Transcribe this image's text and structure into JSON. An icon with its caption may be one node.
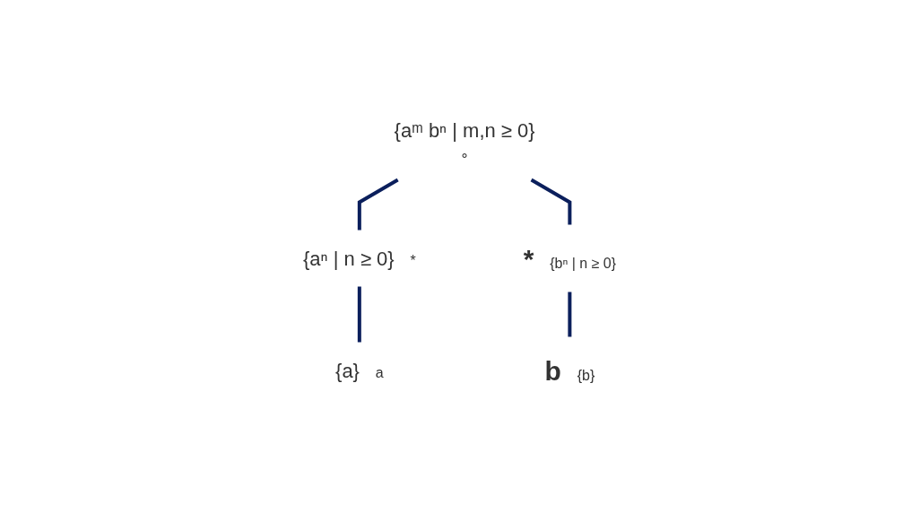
{
  "diagram": {
    "nodes": [
      {
        "text": [
          "∘"
        ],
        "beside": [
          "{aᵐ bⁿ | m,n ≥ 0}"
        ]
      },
      {
        "text": [
          "*"
        ],
        "beside": [
          "{aⁿ | n ≥ 0}"
        ]
      },
      {
        "text": [
          "*"
        ],
        "beside": [
          "{bⁿ | n ≥ 0}"
        ]
      },
      {
        "text": [
          "a"
        ],
        "beside": [
          "{a}"
        ]
      },
      {
        "text": [
          "b"
        ],
        "beside": [
          "{b}"
        ]
      }
    ],
    "edges": [
      {
        "from": 0,
        "to": 1,
        "arrow": "none"
      },
      {
        "from": 0,
        "to": 2,
        "arrow": "none"
      },
      {
        "from": 1,
        "to": 3,
        "arrow": "none"
      },
      {
        "from": 2,
        "to": 4,
        "arrow": "none"
      }
    ]
  }
}
